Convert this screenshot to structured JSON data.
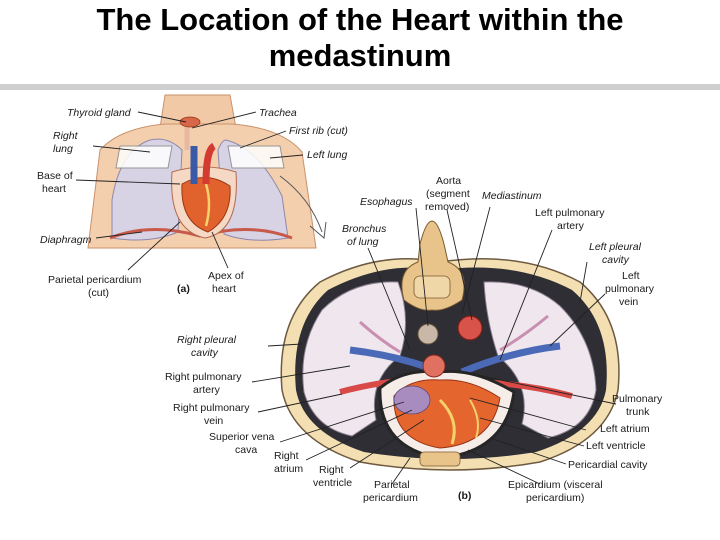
{
  "title": {
    "line1": "The Location of the Heart within the",
    "line2": "medastinum"
  },
  "panel_a": {
    "tag": "(a)",
    "labels": {
      "thyroid_gland": "Thyroid gland",
      "trachea": "Trachea",
      "right_lung_1": "Right",
      "right_lung_2": "lung",
      "first_rib": "First rib (cut)",
      "left_lung": "Left lung",
      "base_of_heart_1": "Base of",
      "base_of_heart_2": "heart",
      "diaphragm": "Diaphragm",
      "parietal_pericardium_1": "Parietal pericardium",
      "parietal_pericardium_2": "(cut)",
      "apex_1": "Apex of",
      "apex_2": "heart"
    }
  },
  "panel_b": {
    "tag": "(b)",
    "labels": {
      "aorta_1": "Aorta",
      "aorta_2": "(segment",
      "aorta_3": "removed)",
      "esophagus": "Esophagus",
      "mediastinum": "Mediastinum",
      "left_pulm_artery_1": "Left pulmonary",
      "left_pulm_artery_2": "artery",
      "bronchus_1": "Bronchus",
      "bronchus_2": "of lung",
      "left_pleural_1": "Left pleural",
      "left_pleural_2": "cavity",
      "left_pulm_vein_1": "Left",
      "left_pulm_vein_2": "pulmonary",
      "left_pulm_vein_3": "vein",
      "right_pleural_1": "Right pleural",
      "right_pleural_2": "cavity",
      "right_pulm_artery_1": "Right pulmonary",
      "right_pulm_artery_2": "artery",
      "right_pulm_vein_1": "Right pulmonary",
      "right_pulm_vein_2": "vein",
      "svc_1": "Superior vena",
      "svc_2": "cava",
      "right_atrium_1": "Right",
      "right_atrium_2": "atrium",
      "right_ventricle_1": "Right",
      "right_ventricle_2": "ventricle",
      "parietal_pericardium_1": "Parietal",
      "parietal_pericardium_2": "pericardium",
      "pulmonary_trunk_1": "Pulmonary",
      "pulmonary_trunk_2": "trunk",
      "left_atrium": "Left atrium",
      "left_ventricle": "Left ventricle",
      "pericardial_cavity": "Pericardial cavity",
      "epicardium_1": "Epicardium (visceral",
      "epicardium_2": "pericardium)"
    }
  }
}
